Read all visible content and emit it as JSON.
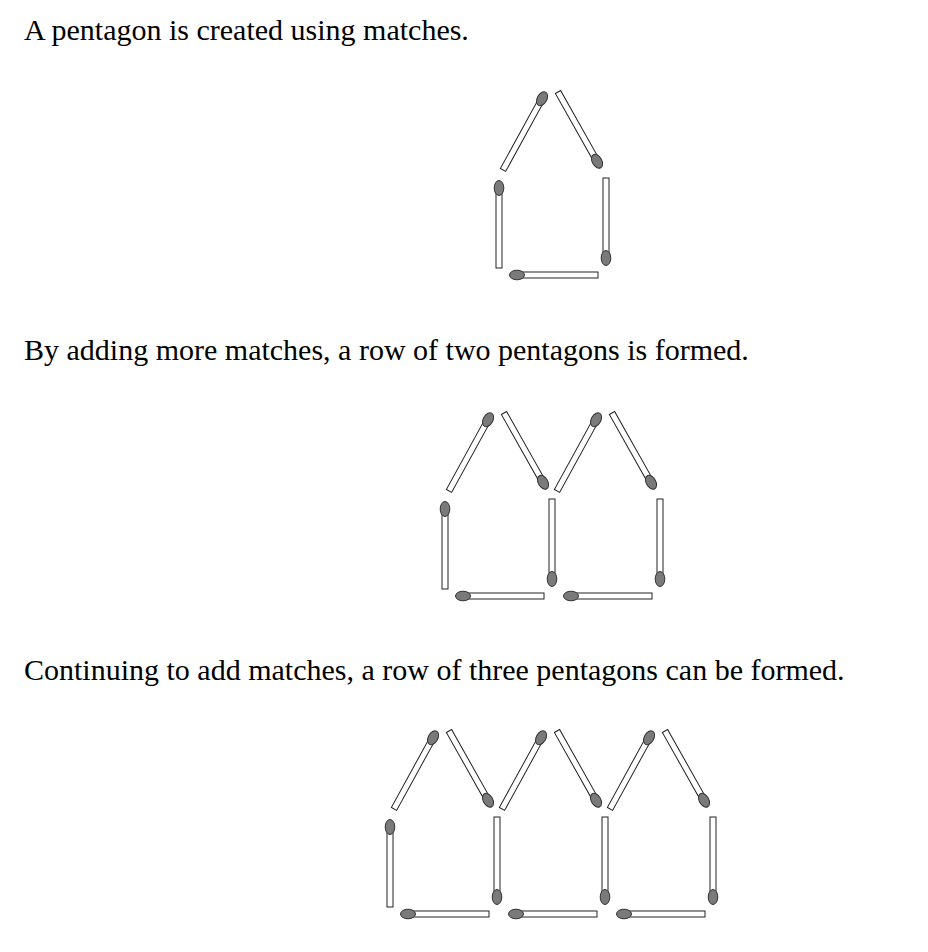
{
  "diagram": {
    "labels": [
      "A pentagon is created using matches.",
      "By adding more matches, a row of two pentagons is formed.",
      "Continuing to add matches, a row of three pentagons can be formed."
    ]
  }
}
